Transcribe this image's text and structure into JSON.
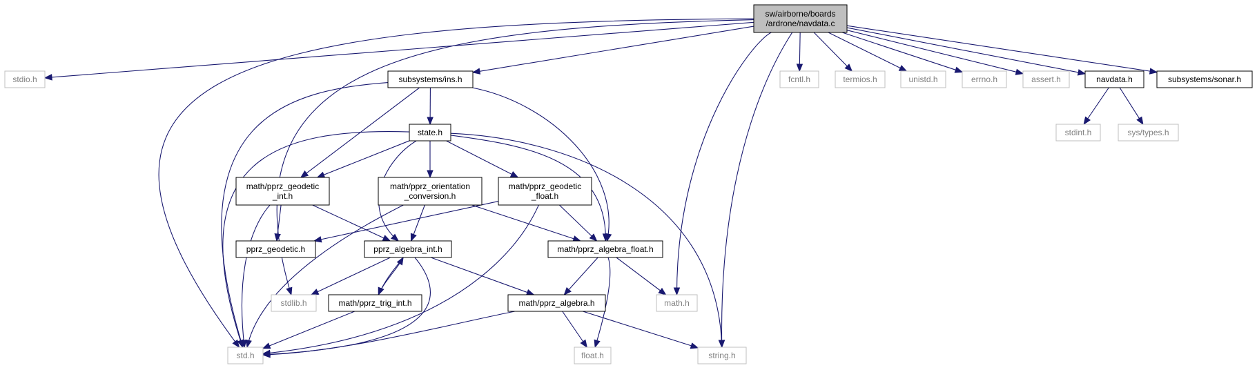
{
  "colors": {
    "edge": "#191970",
    "root_fill": "#bfbfbf",
    "doc_border": "#000000",
    "ext_border": "#bfbfbf",
    "ext_text": "#808080",
    "doc_text": "#000000"
  },
  "nodes": [
    {
      "id": "root",
      "lines": [
        "sw/airborne/boards",
        "/ardrone/navdata.c"
      ],
      "kind": "root"
    },
    {
      "id": "stdio",
      "lines": [
        "stdio.h"
      ],
      "kind": "ext"
    },
    {
      "id": "ins",
      "lines": [
        "subsystems/ins.h"
      ],
      "kind": "doc"
    },
    {
      "id": "fcntl",
      "lines": [
        "fcntl.h"
      ],
      "kind": "ext"
    },
    {
      "id": "termios",
      "lines": [
        "termios.h"
      ],
      "kind": "ext"
    },
    {
      "id": "unistd",
      "lines": [
        "unistd.h"
      ],
      "kind": "ext"
    },
    {
      "id": "errno",
      "lines": [
        "errno.h"
      ],
      "kind": "ext"
    },
    {
      "id": "assert",
      "lines": [
        "assert.h"
      ],
      "kind": "ext"
    },
    {
      "id": "navdata_h",
      "lines": [
        "navdata.h"
      ],
      "kind": "doc"
    },
    {
      "id": "sonar",
      "lines": [
        "subsystems/sonar.h"
      ],
      "kind": "doc"
    },
    {
      "id": "stdint",
      "lines": [
        "stdint.h"
      ],
      "kind": "ext"
    },
    {
      "id": "systypes",
      "lines": [
        "sys/types.h"
      ],
      "kind": "ext"
    },
    {
      "id": "state",
      "lines": [
        "state.h"
      ],
      "kind": "doc"
    },
    {
      "id": "geo_int",
      "lines": [
        "math/pprz_geodetic",
        "_int.h"
      ],
      "kind": "doc"
    },
    {
      "id": "orient",
      "lines": [
        "math/pprz_orientation",
        "_conversion.h"
      ],
      "kind": "doc"
    },
    {
      "id": "geo_float",
      "lines": [
        "math/pprz_geodetic",
        "_float.h"
      ],
      "kind": "doc"
    },
    {
      "id": "geodetic",
      "lines": [
        "pprz_geodetic.h"
      ],
      "kind": "doc"
    },
    {
      "id": "alg_int",
      "lines": [
        "pprz_algebra_int.h"
      ],
      "kind": "doc"
    },
    {
      "id": "alg_float",
      "lines": [
        "math/pprz_algebra_float.h"
      ],
      "kind": "doc"
    },
    {
      "id": "stdlib",
      "lines": [
        "stdlib.h"
      ],
      "kind": "ext"
    },
    {
      "id": "trig",
      "lines": [
        "math/pprz_trig_int.h"
      ],
      "kind": "doc"
    },
    {
      "id": "algebra",
      "lines": [
        "math/pprz_algebra.h"
      ],
      "kind": "doc"
    },
    {
      "id": "math",
      "lines": [
        "math.h"
      ],
      "kind": "ext"
    },
    {
      "id": "std",
      "lines": [
        "std.h"
      ],
      "kind": "ext"
    },
    {
      "id": "float",
      "lines": [
        "float.h"
      ],
      "kind": "ext"
    },
    {
      "id": "string",
      "lines": [
        "string.h"
      ],
      "kind": "ext"
    }
  ],
  "edges": [
    [
      "root",
      "stdio"
    ],
    [
      "root",
      "ins"
    ],
    [
      "root",
      "fcntl"
    ],
    [
      "root",
      "termios"
    ],
    [
      "root",
      "unistd"
    ],
    [
      "root",
      "errno"
    ],
    [
      "root",
      "assert"
    ],
    [
      "root",
      "navdata_h"
    ],
    [
      "root",
      "sonar"
    ],
    [
      "root",
      "std"
    ],
    [
      "root",
      "stdlib"
    ],
    [
      "root",
      "math"
    ],
    [
      "root",
      "string"
    ],
    [
      "navdata_h",
      "stdint"
    ],
    [
      "navdata_h",
      "systypes"
    ],
    [
      "ins",
      "state"
    ],
    [
      "ins",
      "geo_int"
    ],
    [
      "ins",
      "alg_float"
    ],
    [
      "ins",
      "std"
    ],
    [
      "state",
      "std"
    ],
    [
      "state",
      "geo_int"
    ],
    [
      "state",
      "orient"
    ],
    [
      "state",
      "geo_float"
    ],
    [
      "state",
      "alg_int"
    ],
    [
      "state",
      "alg_float"
    ],
    [
      "state",
      "string"
    ],
    [
      "geo_int",
      "geodetic"
    ],
    [
      "geo_int",
      "alg_int"
    ],
    [
      "geo_int",
      "std"
    ],
    [
      "orient",
      "alg_int"
    ],
    [
      "orient",
      "alg_float"
    ],
    [
      "orient",
      "std"
    ],
    [
      "geo_float",
      "geodetic"
    ],
    [
      "geo_float",
      "alg_float"
    ],
    [
      "geo_float",
      "std"
    ],
    [
      "alg_int",
      "stdlib"
    ],
    [
      "alg_int",
      "trig"
    ],
    [
      "alg_int",
      "algebra"
    ],
    [
      "alg_int",
      "std"
    ],
    [
      "trig",
      "alg_int"
    ],
    [
      "trig",
      "std"
    ],
    [
      "alg_float",
      "algebra"
    ],
    [
      "alg_float",
      "math"
    ],
    [
      "alg_float",
      "float"
    ],
    [
      "algebra",
      "std"
    ],
    [
      "algebra",
      "float"
    ],
    [
      "algebra",
      "string"
    ]
  ]
}
